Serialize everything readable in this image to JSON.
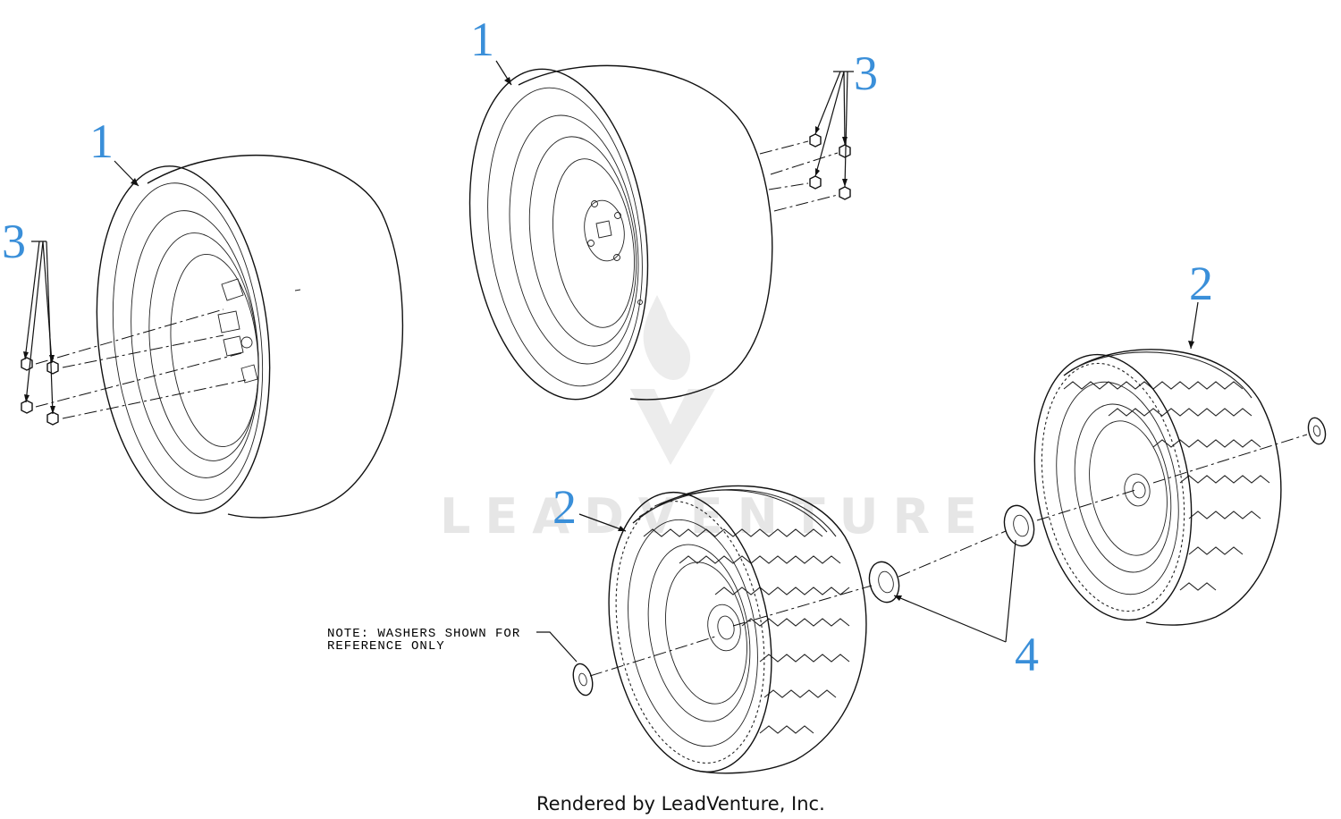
{
  "callouts": {
    "c1a": "1",
    "c1b": "1",
    "c3a": "3",
    "c3b": "3",
    "c2a": "2",
    "c2b": "2",
    "c4": "4"
  },
  "note": {
    "line1": "NOTE: WASHERS SHOWN FOR",
    "line2": "REFERENCE ONLY"
  },
  "watermark": "LEADVENTURE",
  "credit": "Rendered by LeadVenture, Inc.",
  "colors": {
    "callout": "#3a8fd9",
    "line": "#111111",
    "watermark": "#e6e6e6"
  }
}
